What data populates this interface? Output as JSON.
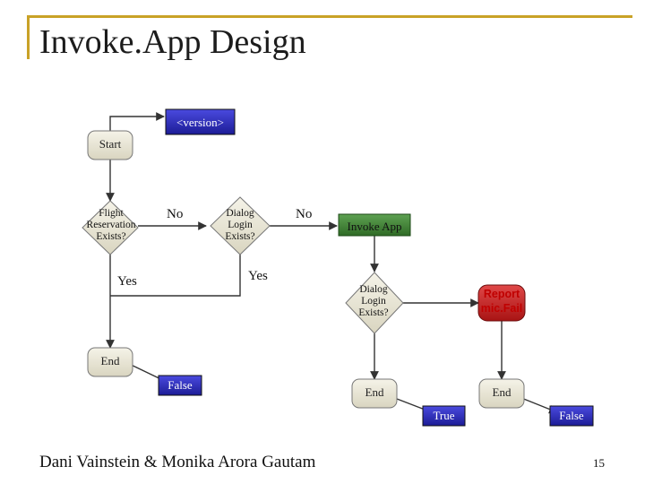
{
  "slide": {
    "title": "Invoke.App Design",
    "footer": "Dani Vainstein & Monika Arora Gautam",
    "page_number": "15"
  },
  "diagram": {
    "version_box": "<version>",
    "start": "Start",
    "flight_decision": "Flight Reservation Exists?",
    "dialog_decision_1": "Dialog Login Exists?",
    "invoke_app": "Invoke App",
    "dialog_decision_2": "Dialog Login Exists?",
    "report": "Report mic.Fail",
    "end_1": "End",
    "end_2": "End",
    "end_3": "End",
    "edge_no_1": "No",
    "edge_no_2": "No",
    "edge_yes_1": "Yes",
    "edge_yes_2": "Yes",
    "return_false_1": "False",
    "return_true": "True",
    "return_false_2": "False"
  },
  "colors": {
    "node_fill": "#e7e4d4",
    "action_fill": "#3c7d32",
    "report_fill": "#cc2222",
    "return_fill": "#2a2ab0",
    "accent": "#c9a227"
  }
}
